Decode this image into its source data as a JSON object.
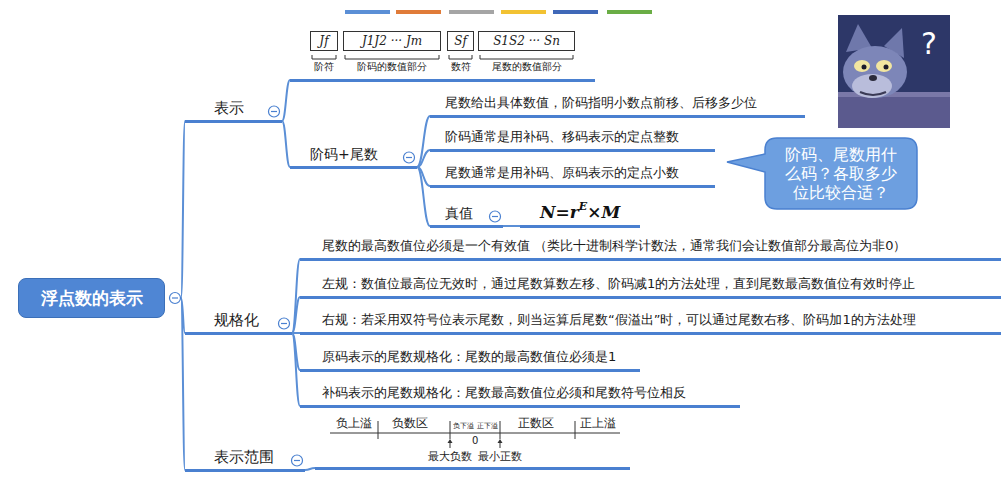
{
  "diagram": {
    "nodes": [
      {
        "text": [
          "浮点数的表示"
        ]
      },
      {
        "text": [
          "表示"
        ]
      },
      {
        "text": [
          "Jf",
          "J1J2 ··· Jm",
          "Sf",
          "S1S2 ··· Sn",
          "阶符",
          "阶码的数值部分",
          "数符",
          "尾数的数值部分"
        ]
      },
      {
        "text": [
          "阶码+尾数"
        ]
      },
      {
        "text": [
          "尾数给出具体数值，阶码指明小数点前移、后移多少位"
        ]
      },
      {
        "text": [
          "阶码通常是用补码、移码表示的定点整数"
        ]
      },
      {
        "text": [
          "尾数通常是用补码、原码表示的定点小数"
        ]
      },
      {
        "text": [
          "真值"
        ]
      },
      {
        "text": [
          "N=r",
          "E",
          "×M"
        ]
      },
      {
        "text": [
          "阶码、尾数用什么码？各取多少位比较合适？"
        ]
      },
      {
        "text": [
          "规格化"
        ]
      },
      {
        "text": [
          "尾数的最高数值位必须是一个有效值 （类比十进制科学计数法，通常我们会让数值部分最高位为非0）"
        ]
      },
      {
        "text": [
          "左规：数值位最高位无效时，通过尾数算数左移、阶码减1的方法处理，直到尾数最高数值位有效时停止"
        ]
      },
      {
        "text": [
          "右规：若采用双符号位表示尾数，则当运算后尾数“假溢出”时，可以通过尾数右移、阶码加1的方法处理"
        ]
      },
      {
        "text": [
          "原码表示的尾数规格化：尾数的最高数值位必须是1"
        ]
      },
      {
        "text": [
          "补码表示的尾数规格化：尾数最高数值位必须和尾数符号位相反"
        ]
      },
      {
        "text": [
          "表示范围"
        ]
      },
      {
        "text": [
          "负上溢",
          "负数区",
          "负下溢",
          "正下溢",
          "正数区",
          "正上溢",
          "0",
          "最大负数",
          "最小正数"
        ]
      }
    ],
    "edges": [
      {
        "from": 0,
        "to": 1,
        "arrow": "none"
      },
      {
        "from": 0,
        "to": 10,
        "arrow": "none"
      },
      {
        "from": 0,
        "to": 16,
        "arrow": "none"
      },
      {
        "from": 1,
        "to": 2,
        "arrow": "none"
      },
      {
        "from": 1,
        "to": 3,
        "arrow": "none"
      },
      {
        "from": 3,
        "to": 4,
        "arrow": "none"
      },
      {
        "from": 3,
        "to": 5,
        "arrow": "none"
      },
      {
        "from": 3,
        "to": 6,
        "arrow": "none"
      },
      {
        "from": 3,
        "to": 7,
        "arrow": "none"
      },
      {
        "from": 7,
        "to": 8,
        "arrow": "none"
      },
      {
        "from": 10,
        "to": 11,
        "arrow": "none"
      },
      {
        "from": 10,
        "to": 12,
        "arrow": "none"
      },
      {
        "from": 10,
        "to": 13,
        "arrow": "none"
      },
      {
        "from": 10,
        "to": 14,
        "arrow": "none"
      },
      {
        "from": 10,
        "to": 15,
        "arrow": "none"
      },
      {
        "from": 16,
        "to": 17,
        "arrow": "none"
      }
    ],
    "labels": [
      "?"
    ]
  }
}
